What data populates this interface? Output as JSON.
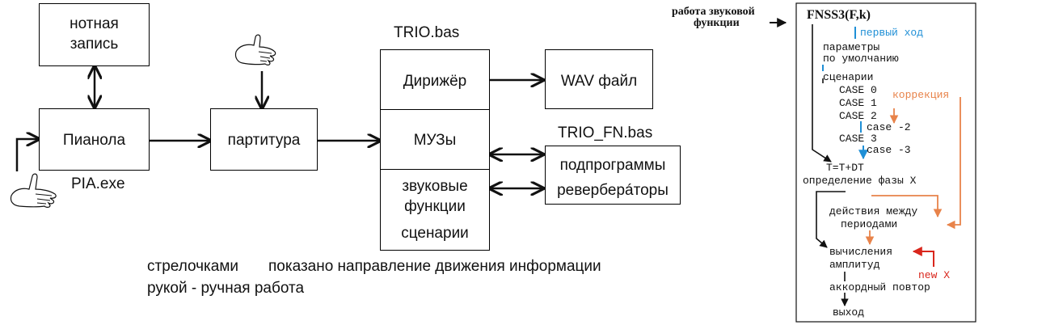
{
  "left_diagram": {
    "note_box": {
      "line1": "нотная",
      "line2": "запись"
    },
    "pianola_box": {
      "label": "Пианола",
      "caption": "PIA.exe"
    },
    "score_box": {
      "label": "партитура"
    },
    "trio": {
      "caption": "TRIO.bas",
      "conductor": "Дирижёр",
      "muses": "МУЗы",
      "sound_functions_line1": "звуковые",
      "sound_functions_line2": "функции",
      "scenarios": "сценарии"
    },
    "wav_box": {
      "label": "WAV файл"
    },
    "trio_fn": {
      "caption": "TRIO_FN.bas",
      "line1": "подпрограммы",
      "line2": "реверберáторы"
    },
    "legend": {
      "line1_a": "стрелочками",
      "line1_b": "показано направление движения информации",
      "line2": "рукой - ручная работа"
    }
  },
  "right_diagram": {
    "side_label_line1": "работа звуковой",
    "side_label_line2": "функции",
    "title": "FNSS3(F,k)",
    "first_pass": "первый ход",
    "params_line1": "параметры",
    "params_line2": "по умолчанию",
    "scenarios": "сценарии",
    "case0": "CASE 0",
    "case1": "CASE 1",
    "case2": "CASE 2",
    "case_m2": "case -2",
    "case3": "CASE 3",
    "case_m3": "case -3",
    "correction": "коррекция",
    "t_update": "T=T+DT",
    "phase_def": "определение фазы X",
    "between_line1": "действия между",
    "between_line2": "периодами",
    "calc_line1": "вычисления",
    "calc_line2": "амплитуд",
    "new_x": "new X",
    "chord": "аккордный повтор",
    "exit": "выход"
  },
  "colors": {
    "blue": "#1f8fd6",
    "orange": "#e8834a",
    "red": "#d9261c",
    "black": "#111111"
  },
  "icon_names": [
    "hand-pointing-down-icon",
    "hand-pointing-up-icon"
  ]
}
